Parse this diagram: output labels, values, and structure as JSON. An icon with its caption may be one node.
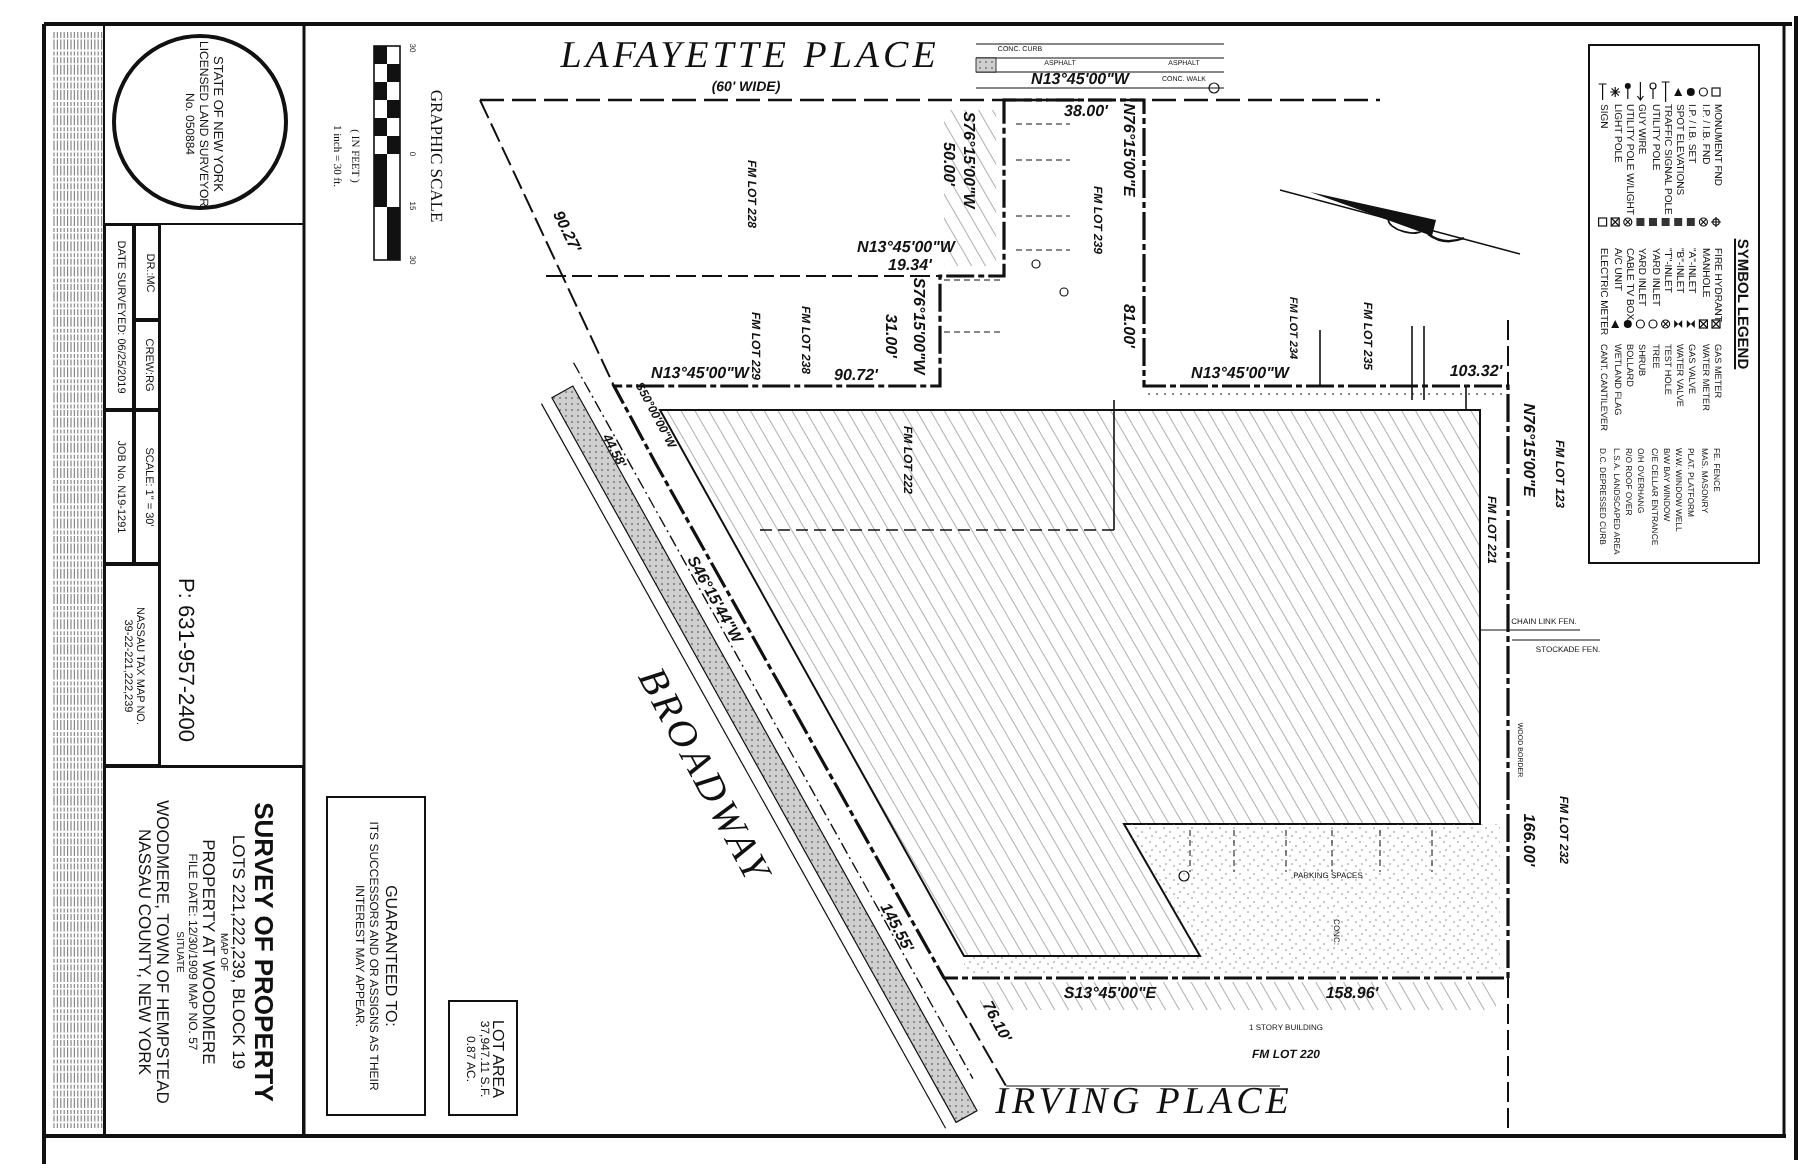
{
  "diagram": {
    "nodes": [
      {
        "text": [
          "STATE OF NEW YORK",
          "LICENSED LAND SURVEYOR",
          "No. 050884"
        ]
      },
      {
        "text": [
          "DR.:MC"
        ]
      },
      {
        "text": [
          "CREW:RG"
        ]
      },
      {
        "text": [
          "SCALE: 1\" = 30'"
        ]
      },
      {
        "text": [
          "DATE SURVEYED: 06/25/2019"
        ]
      },
      {
        "text": [
          "JOB No. N19-1291"
        ]
      },
      {
        "text": [
          "NASSAU TAX MAP NO.",
          "39-22-221,222,239"
        ]
      },
      {
        "text": [
          "SURVEY OF PROPERTY",
          "LOTS 221,222,239, BLOCK 19",
          "MAP OF",
          "PROPERTY AT WOODMERE",
          "FILE DATE: 12/30/1909 MAP NO. 57",
          "SITUATE",
          "WOODMERE, TOWN OF HEMPSTEAD",
          "NASSAU COUNTY, NEW YORK"
        ]
      },
      {
        "text": [
          "GUARANTEED TO:",
          "ITS SUCCESSORS AND OR ASSIGNS AS THEIR INTEREST MAY APPEAR."
        ]
      },
      {
        "text": [
          "LOT AREA",
          "37,947.11 S.F.",
          "0.87 AC."
        ]
      },
      {
        "text": [
          "SYMBOL LEGEND"
        ]
      }
    ],
    "labels": [
      "1 inch = 30 ft.",
      "( IN FEET )",
      "30",
      "0",
      "15",
      "30",
      "GRAPHIC SCALE",
      "LAFAYETTE PLACE",
      "(60' WIDE)",
      "CONC. CURB",
      "ASPHALT",
      "ASPHALT",
      "CONC. WALK",
      "N13°45'00\"W",
      "38.00'",
      "S76°15'00\"W",
      "50.00'",
      "N76°15'00\"E",
      "FM LOT 228",
      "90.27'",
      "N13°45'00\"W",
      "19.34'",
      "FM LOT 239",
      "FM LOT 229",
      "FM LOT 238",
      "S76°15'00\"W",
      "31.00'",
      "81.00'",
      "N13°45'00\"W",
      "90.72'",
      "N13°45'00\"W",
      "103.32'",
      "FM LOT 234",
      "FM LOT 235",
      "S50°00'00\"W",
      "44.58'",
      "FM LOT 222",
      "N76°15'00\"E",
      "FM LOT 123",
      "FM LOT 221",
      "S46°15'44\"W",
      "CHAIN LINK FEN.",
      "STOCKADE FEN.",
      "WOOD BORDER",
      "BROADWAY",
      "166.00'",
      "FM LOT 232",
      "PARKING SPACES",
      "CONC.",
      "145.55'",
      "S13°45'00\"E",
      "158.96'",
      "1 STORY BUILDING",
      "76.10'",
      "FM LOT 220",
      "IRVING PLACE",
      "P: 631-957-2400"
    ],
    "legend": [
      {
        "text": "MONUMENT FND"
      },
      {
        "text": "I.P. / I.B. FND"
      },
      {
        "text": "I.P. / I.B. SET"
      },
      {
        "text": "SPOT ELEVATIONS"
      },
      {
        "text": "TRAFFIC SIGNAL POLE"
      },
      {
        "text": "UTILITY POLE"
      },
      {
        "text": "GUY WIRE"
      },
      {
        "text": "UTILITY POLE W/LIGHT"
      },
      {
        "text": "LIGHT POLE"
      },
      {
        "text": "SIGN"
      },
      {
        "text": "FIRE HYDRANT"
      },
      {
        "text": "MANHOLE"
      },
      {
        "text": "\"A\"-INLET"
      },
      {
        "text": "\"B\"-INLET"
      },
      {
        "text": "\"T\"-INLET"
      },
      {
        "text": "YARD INLET"
      },
      {
        "text": "YARD INLET"
      },
      {
        "text": "CABLE TV BOX"
      },
      {
        "text": "A/C UNIT"
      },
      {
        "text": "ELECTRIC METER"
      },
      {
        "text": "GAS METER"
      },
      {
        "text": "WATER METER"
      },
      {
        "text": "GAS VALVE"
      },
      {
        "text": "WATER VALVE"
      },
      {
        "text": "TEST HOLE"
      },
      {
        "text": "TREE"
      },
      {
        "text": "SHRUB"
      },
      {
        "text": "BOLLARD"
      },
      {
        "text": "WETLAND FLAG"
      },
      {
        "text": "CANT. CANTILEVER"
      },
      {
        "text": "FE. FENCE"
      },
      {
        "text": "MAS. MASONRY"
      },
      {
        "text": "PLAT. PLATFORM"
      },
      {
        "text": "W.W. WINDOW WELL"
      },
      {
        "text": "B/W BAY WINDOW"
      },
      {
        "text": "C/E CELLAR ENTRANCE"
      },
      {
        "text": "O/H OVERHANG"
      },
      {
        "text": "R/O ROOF OVER"
      },
      {
        "text": "L.S.A. LANDSCAPED AREA"
      },
      {
        "text": "D.C. DEPRESSED CURB"
      }
    ]
  }
}
